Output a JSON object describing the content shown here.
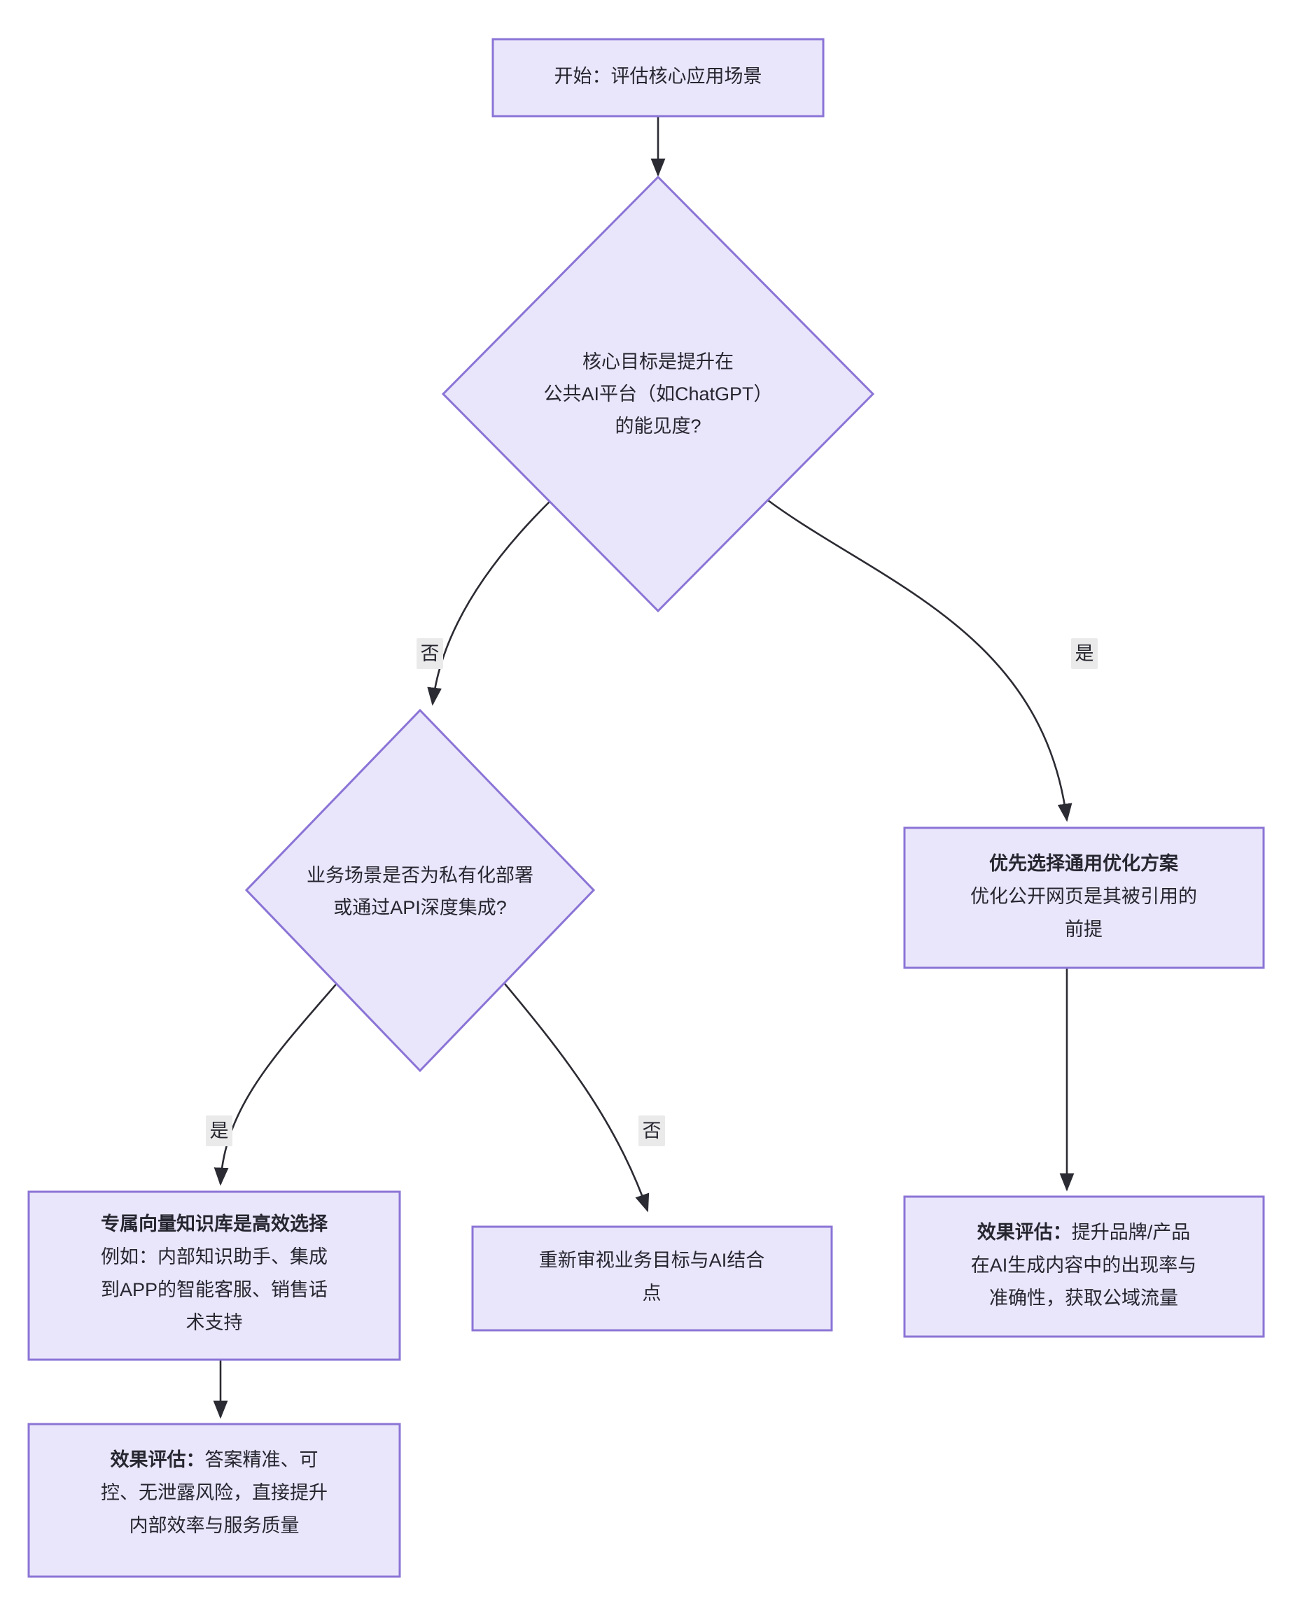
{
  "diagram": {
    "type": "flowchart",
    "direction": "top-down",
    "background_color": "#ffffff",
    "node_fill_color": "#e9e6fb",
    "node_border_color": "#8b74d6",
    "edge_color": "#2b2b33",
    "edge_label_background": "#eaeaea",
    "text_color": "#262630",
    "nodes": [
      {
        "id": "start",
        "shape": "rect",
        "lines": [
          {
            "text": "开始：评估核心应用场景",
            "bold": false
          }
        ]
      },
      {
        "id": "decision_goal",
        "shape": "diamond",
        "lines": [
          {
            "text": "核心目标是提升在",
            "bold": false
          },
          {
            "text": "公共AI平台（如ChatGPT）",
            "bold": false
          },
          {
            "text": "的能见度?",
            "bold": false
          }
        ]
      },
      {
        "id": "decision_private",
        "shape": "diamond",
        "lines": [
          {
            "text": "业务场景是否为私有化部署",
            "bold": false
          },
          {
            "text": "或通过API深度集成?",
            "bold": false
          }
        ]
      },
      {
        "id": "general_optimization",
        "shape": "rect",
        "lines": [
          {
            "text": "优先选择通用优化方案",
            "bold": true
          },
          {
            "text": "优化公开网页是其被引用的",
            "bold": false
          },
          {
            "text": "前提",
            "bold": false
          }
        ]
      },
      {
        "id": "vector_kb",
        "shape": "rect",
        "lines": [
          {
            "text": "专属向量知识库是高效选择",
            "bold": true
          },
          {
            "text": "例如：内部知识助手、集成",
            "bold": false
          },
          {
            "text": "到APP的智能客服、销售话",
            "bold": false
          },
          {
            "text": "术支持",
            "bold": false
          }
        ]
      },
      {
        "id": "rethink",
        "shape": "rect",
        "lines": [
          {
            "text": "重新审视业务目标与AI结合",
            "bold": false
          },
          {
            "text": "点",
            "bold": false
          }
        ]
      },
      {
        "id": "eval_public",
        "shape": "rect",
        "lines": [
          {
            "text": "效果评估：提升品牌/产品",
            "bold": "partial"
          },
          {
            "text": "在AI生成内容中的出现率与",
            "bold": false
          },
          {
            "text": "准确性，获取公域流量",
            "bold": false
          }
        ],
        "bold_prefix": "效果评估："
      },
      {
        "id": "eval_private",
        "shape": "rect",
        "lines": [
          {
            "text": "效果评估：答案精准、可",
            "bold": "partial"
          },
          {
            "text": "控、无泄露风险，直接提升",
            "bold": false
          },
          {
            "text": "内部效率与服务质量",
            "bold": false
          }
        ],
        "bold_prefix": "效果评估："
      }
    ],
    "edges": [
      {
        "from": "start",
        "to": "decision_goal",
        "label": ""
      },
      {
        "from": "decision_goal",
        "to": "decision_private",
        "label": "否"
      },
      {
        "from": "decision_goal",
        "to": "general_optimization",
        "label": "是"
      },
      {
        "from": "decision_private",
        "to": "vector_kb",
        "label": "是"
      },
      {
        "from": "decision_private",
        "to": "rethink",
        "label": "否"
      },
      {
        "from": "general_optimization",
        "to": "eval_public",
        "label": ""
      },
      {
        "from": "vector_kb",
        "to": "eval_private",
        "label": ""
      }
    ],
    "edge_labels": {
      "no": "否",
      "yes": "是"
    }
  }
}
